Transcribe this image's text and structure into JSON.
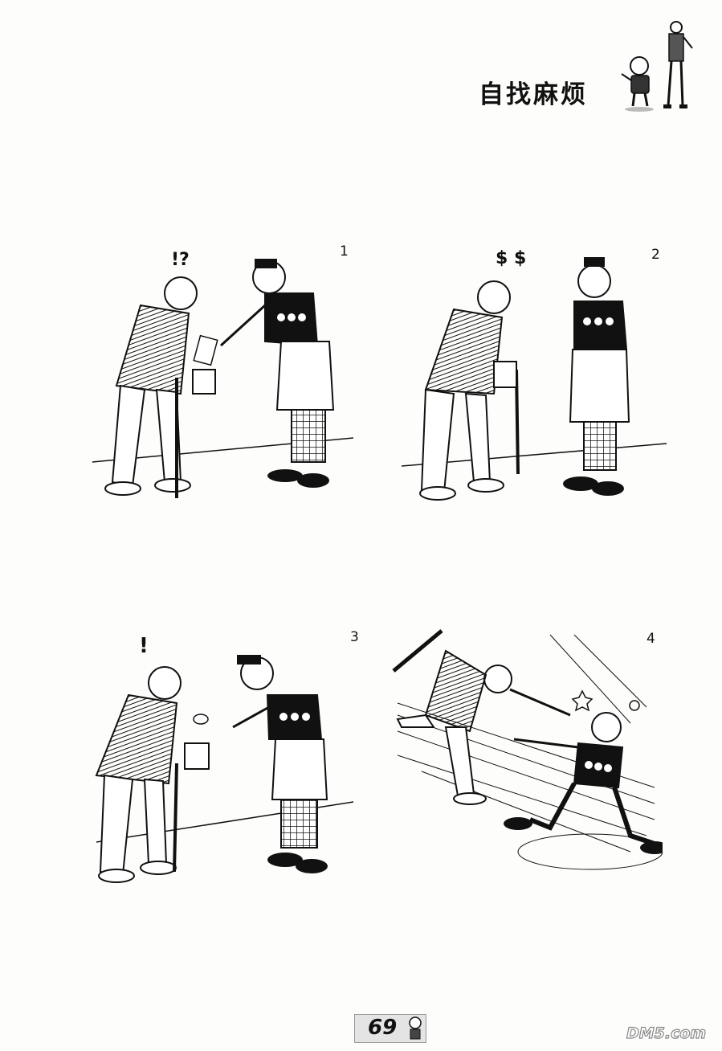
{
  "header": {
    "title": "自找麻烦"
  },
  "panels": [
    {
      "number": "1",
      "marks": "!?"
    },
    {
      "number": "2",
      "marks": "$ $"
    },
    {
      "number": "3",
      "marks": "!"
    },
    {
      "number": "4",
      "marks": ""
    }
  ],
  "footer": {
    "page_number": "69"
  },
  "watermark": {
    "text": "DM5.com"
  },
  "colors": {
    "ink": "#111111",
    "paper": "#fdfdfb",
    "page_box": "#e4e4e4"
  }
}
